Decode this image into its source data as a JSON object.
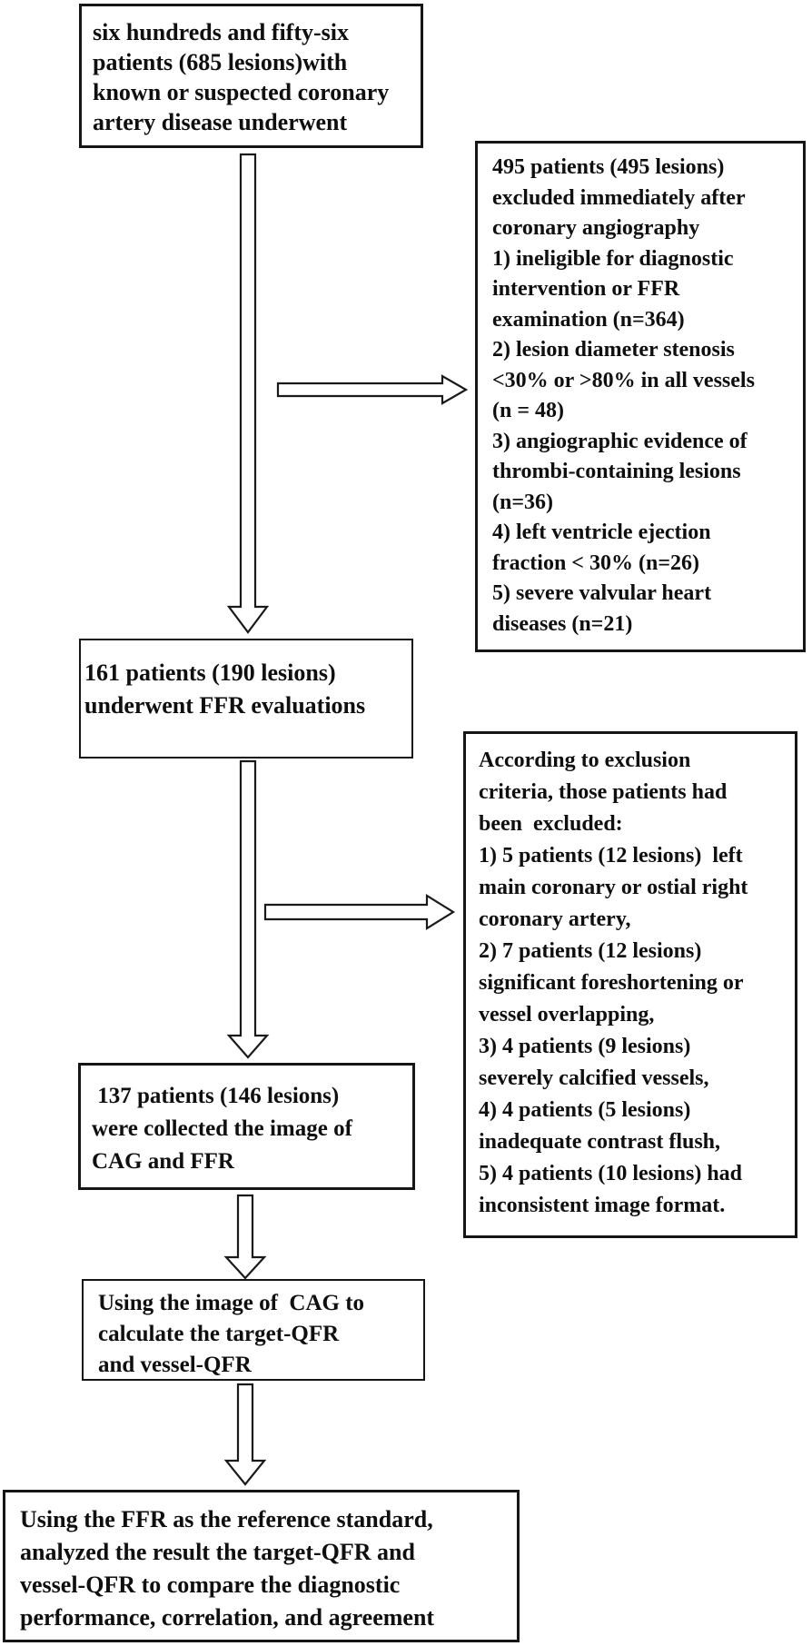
{
  "figure": {
    "background_color": "#ffffff",
    "border_color": "#161616",
    "text_color": "#0f0f0f",
    "type": "patient-flow-diagram"
  },
  "nodes": [
    {
      "id": "enrolled",
      "lines": [
        "six hundreds and fifty-six",
        "patients (685 lesions)with",
        "known or suspected coronary",
        "artery disease underwent"
      ]
    },
    {
      "id": "excluded-after-cag",
      "lines": [
        "495 patients (495 lesions)",
        "excluded immediately after",
        "coronary angiography",
        "1) ineligible for diagnostic",
        "intervention or FFR",
        "examination (n=364)",
        "2) lesion diameter stenosis",
        "<30% or >80% in all vessels",
        "(n = 48)",
        "3) angiographic evidence of",
        "thrombi-containing lesions",
        "(n=36)",
        "4) left ventricle ejection",
        "fraction < 30% (n=26)",
        "5) severe valvular heart",
        "diseases (n=21)"
      ]
    },
    {
      "id": "ffr-evaluated",
      "lines": [
        "161 patients (190 lesions)",
        "underwent FFR evaluations"
      ]
    },
    {
      "id": "excluded-by-criteria",
      "lines": [
        "According to exclusion",
        "criteria, those patients had",
        "been  excluded:",
        "1) 5 patients (12 lesions)  left",
        "main coronary or ostial right",
        "coronary artery,",
        "2) 7 patients (12 lesions)",
        "significant foreshortening or",
        "vessel overlapping,",
        "3) 4 patients (9 lesions)",
        "severely calcified vessels,",
        "4) 4 patients (5 lesions)",
        "inadequate contrast flush,",
        "5) 4 patients (10 lesions) had",
        "inconsistent image format."
      ]
    },
    {
      "id": "images-collected",
      "lines": [
        " 137 patients (146 lesions)",
        "were collected the image of",
        "CAG and FFR"
      ]
    },
    {
      "id": "qfr-calculated",
      "lines": [
        "Using the image of  CAG to",
        "calculate the target-QFR",
        "and vessel-QFR"
      ]
    },
    {
      "id": "analysis",
      "lines": [
        "Using the FFR as the reference standard,",
        "analyzed the result the target-QFR and",
        "vessel-QFR to compare the diagnostic",
        "performance, correlation, and agreement"
      ]
    }
  ],
  "connectors": [
    {
      "name": "down-arrow-enrolled-to-ffr",
      "from": "enrolled",
      "to": "ffr-evaluated",
      "type": "down"
    },
    {
      "name": "right-arrow-enrolled-to-excluded-after-cag",
      "from": "enrolled",
      "to": "excluded-after-cag",
      "type": "right"
    },
    {
      "name": "down-arrow-ffr-to-images",
      "from": "ffr-evaluated",
      "to": "images-collected",
      "type": "down"
    },
    {
      "name": "right-arrow-ffr-to-excluded-by-criteria",
      "from": "ffr-evaluated",
      "to": "excluded-by-criteria",
      "type": "right"
    },
    {
      "name": "down-arrow-images-to-qfr",
      "from": "images-collected",
      "to": "qfr-calculated",
      "type": "down"
    },
    {
      "name": "down-arrow-qfr-to-analysis",
      "from": "qfr-calculated",
      "to": "analysis",
      "type": "down"
    }
  ]
}
